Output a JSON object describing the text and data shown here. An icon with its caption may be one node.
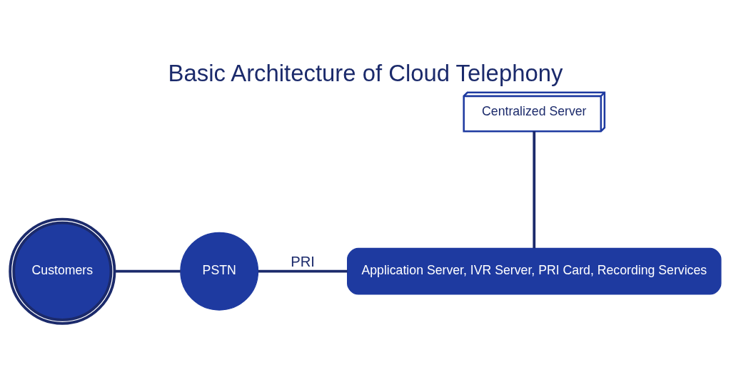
{
  "diagram": {
    "title": "Basic Architecture of Cloud Telephony",
    "nodes": [
      {
        "text": [
          "Customers"
        ]
      },
      {
        "text": [
          "PSTN"
        ]
      },
      {
        "text": [
          "Application Server, IVR Server, PRI Card, Recording Services"
        ]
      },
      {
        "text": [
          "Centralized Server"
        ]
      }
    ],
    "edges": [
      {
        "from": 0,
        "to": 1,
        "arrow": "none"
      },
      {
        "from": 1,
        "to": 2,
        "arrow": "none",
        "label": "PRI"
      },
      {
        "from": 3,
        "to": 2,
        "arrow": "none"
      }
    ]
  }
}
